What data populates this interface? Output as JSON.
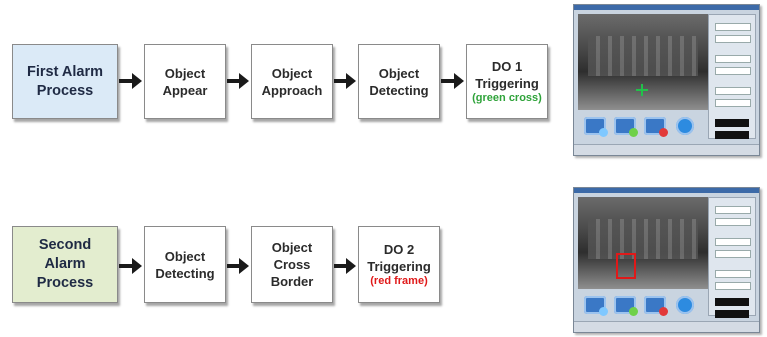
{
  "processes": [
    {
      "start": [
        "First Alarm",
        "Process"
      ],
      "steps": [
        [
          "Object",
          "Appear"
        ],
        [
          "Object",
          "Approach"
        ],
        [
          "Object",
          "Detecting"
        ]
      ],
      "trigger": {
        "line1": "DO 1",
        "line2": "Triggering",
        "note": "(green cross)",
        "note_color": "#2fa33a"
      }
    },
    {
      "start": [
        "Second",
        "Alarm",
        "Process"
      ],
      "steps": [
        [
          "Object",
          "Detecting"
        ],
        [
          "Object",
          "Cross",
          "Border"
        ]
      ],
      "trigger": {
        "line1": "DO 2",
        "line2": "Triggering",
        "note": "(red frame)",
        "note_color": "#e01919"
      }
    }
  ],
  "colors": {
    "first_start_fill": "#dbeaf7",
    "second_start_fill": "#e3edcf",
    "arrow": "#1a1a1a"
  },
  "screenshots": [
    {
      "icon": "camera-window-green-cross",
      "marker": "green-cross"
    },
    {
      "icon": "camera-window-red-frame",
      "marker": "red-frame"
    }
  ]
}
